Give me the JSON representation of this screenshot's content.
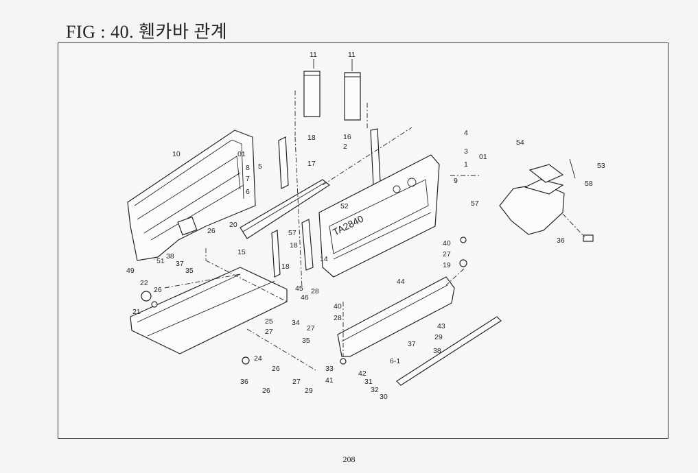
{
  "page": {
    "title": "FIG : 40. 휀카바 관계",
    "page_number": "208"
  },
  "diagram": {
    "model_mark": "TA2840",
    "callouts": [
      "11",
      "11",
      "10",
      "01",
      "5",
      "8",
      "7",
      "6",
      "20",
      "26",
      "15",
      "18",
      "17",
      "57",
      "18",
      "14",
      "18",
      "16",
      "2",
      "4",
      "3",
      "1",
      "01",
      "9",
      "57",
      "52",
      "54",
      "53",
      "58",
      "36",
      "51",
      "38",
      "37",
      "35",
      "49",
      "22",
      "26",
      "21",
      "45",
      "46",
      "28",
      "40",
      "28",
      "40",
      "27",
      "19",
      "27",
      "44",
      "43",
      "29",
      "37",
      "38",
      "25",
      "27",
      "34",
      "35",
      "24",
      "26",
      "36",
      "26",
      "27",
      "29",
      "33",
      "41",
      "42",
      "31",
      "32",
      "30",
      "6-1"
    ]
  }
}
